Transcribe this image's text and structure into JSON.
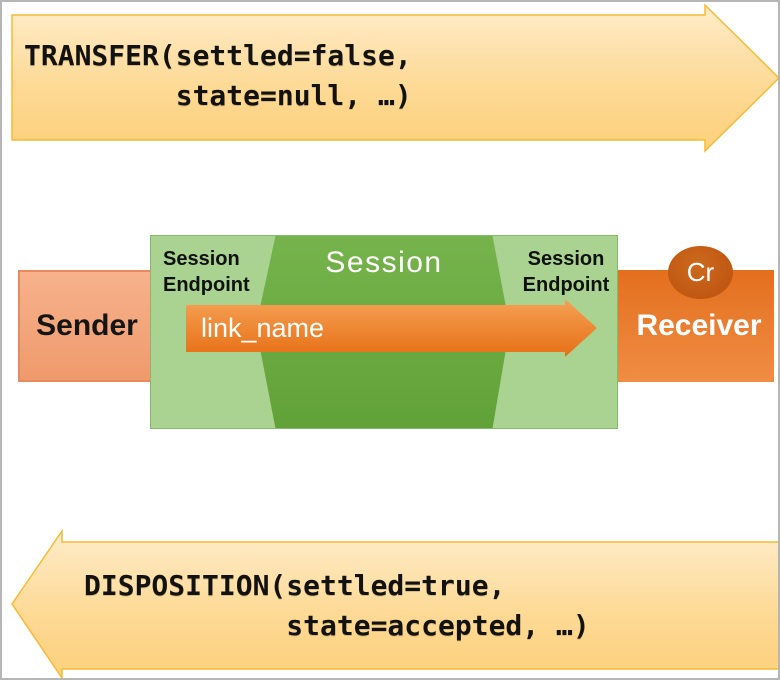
{
  "top_arrow": {
    "label": "TRANSFER(settled=false,\n         state=null, …)",
    "direction": "right"
  },
  "bottom_arrow": {
    "label": "DISPOSITION(settled=true,\n            state=accepted, …)",
    "direction": "left"
  },
  "sender": {
    "label": "Sender"
  },
  "receiver": {
    "label": "Receiver"
  },
  "credit": {
    "label": "Cr"
  },
  "session": {
    "title": "Session",
    "endpoint_left": "Session\nEndpoint",
    "endpoint_right": "Session\nEndpoint"
  },
  "link": {
    "label": "link_name"
  },
  "colors": {
    "flow_arrow_fill_top": "#feecca",
    "flow_arrow_fill_bottom": "#fdd07b",
    "flow_arrow_border": "#f6ba35",
    "sender_fill": "#f4a77e",
    "sender_border": "#e98a5e",
    "receiver_fill": "#ed7d31",
    "session_light_green": "#aad392",
    "session_dark_green": "#6cab43",
    "session_border": "#86ba6b",
    "link_arrow_fill": "#ed7d31",
    "credit_badge_fill": "#c25a13",
    "canvas_border": "#b6b6b6"
  }
}
